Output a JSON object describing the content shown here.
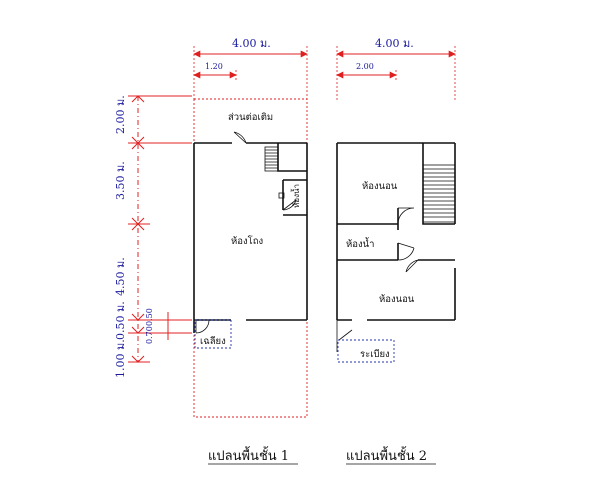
{
  "dimensions": {
    "floor1_width": "4.00 ม.",
    "floor1_sub": "1.20",
    "floor2_width": "4.00 ม.",
    "floor2_sub": "2.00",
    "v1": "2.00 ม.",
    "v2": "3.50 ม.",
    "v3": "4.50 ม.",
    "v4": "0.50 ม.",
    "v5": "1.00 ม.",
    "v6": "0.70",
    "v7": "0.50"
  },
  "floor1": {
    "extension": "ส่วนต่อเติม",
    "bathroom": "ห้องน้ำ",
    "hall": "ห้องโถง",
    "porch": "เฉลียง",
    "caption": "แปลนพื้นชั้น 1"
  },
  "floor2": {
    "bedroom1": "ห้องนอน",
    "bathroom": "ห้องน้ำ",
    "bedroom2": "ห้องนอน",
    "balcony": "ระเบียง",
    "caption": "แปลนพื้นชั้น 2"
  },
  "colors": {
    "dimension_line": "#e02020",
    "dimension_text": "#1a1aa0",
    "wall": "#111111",
    "porch_outline": "#2233aa"
  }
}
